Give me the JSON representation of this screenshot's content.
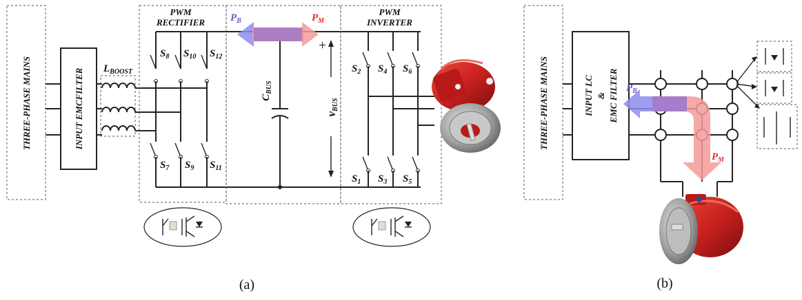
{
  "panel_a": {
    "mains_label": "THREE-PHASE  MAINS",
    "filter_label": "INPUT EMCFILTER",
    "inductor_label": {
      "main": "L",
      "sub": "BOOST"
    },
    "rectifier_title_1": "PWM",
    "rectifier_title_2": "RECTIFIER",
    "inverter_title_1": "PWM",
    "inverter_title_2": "INVERTER",
    "pb": {
      "main": "P",
      "sub": "B"
    },
    "pm": {
      "main": "P",
      "sub": "M"
    },
    "cbus": {
      "main": "C",
      "sub": "BUS"
    },
    "vbus": {
      "main": "v",
      "sub": "BUS"
    },
    "plus_sign": "+",
    "rect_top_switches": [
      {
        "main": "S",
        "sub": "8"
      },
      {
        "main": "S",
        "sub": "10"
      },
      {
        "main": "S",
        "sub": "12"
      }
    ],
    "rect_bottom_switches": [
      {
        "main": "S",
        "sub": "7"
      },
      {
        "main": "S",
        "sub": "9"
      },
      {
        "main": "S",
        "sub": "11"
      }
    ],
    "inv_top_switches": [
      {
        "main": "S",
        "sub": "2"
      },
      {
        "main": "S",
        "sub": "4"
      },
      {
        "main": "S",
        "sub": "6"
      }
    ],
    "inv_bottom_switches": [
      {
        "main": "S",
        "sub": "1"
      },
      {
        "main": "S",
        "sub": "3"
      },
      {
        "main": "S",
        "sub": "5"
      }
    ],
    "caption": "(a)"
  },
  "panel_b": {
    "mains_label": "THREE-PHASE  MAINS",
    "filter_line_1": "INPUT LC",
    "filter_line_2": "&",
    "filter_line_3": "EMC FILTER",
    "pb": {
      "main": "P",
      "sub": "B"
    },
    "pm": {
      "main": "P",
      "sub": "M"
    },
    "caption": "(b)"
  },
  "colors": {
    "pb_arrow": "#8c8cf0",
    "pm_arrow": "#f39a9a",
    "bus_overlap": "#a77bc6",
    "pb_text": "#6a5acd",
    "pm_text": "#e03030",
    "motor_red": "#c8201e",
    "motor_grey": "#9a9a9a"
  }
}
